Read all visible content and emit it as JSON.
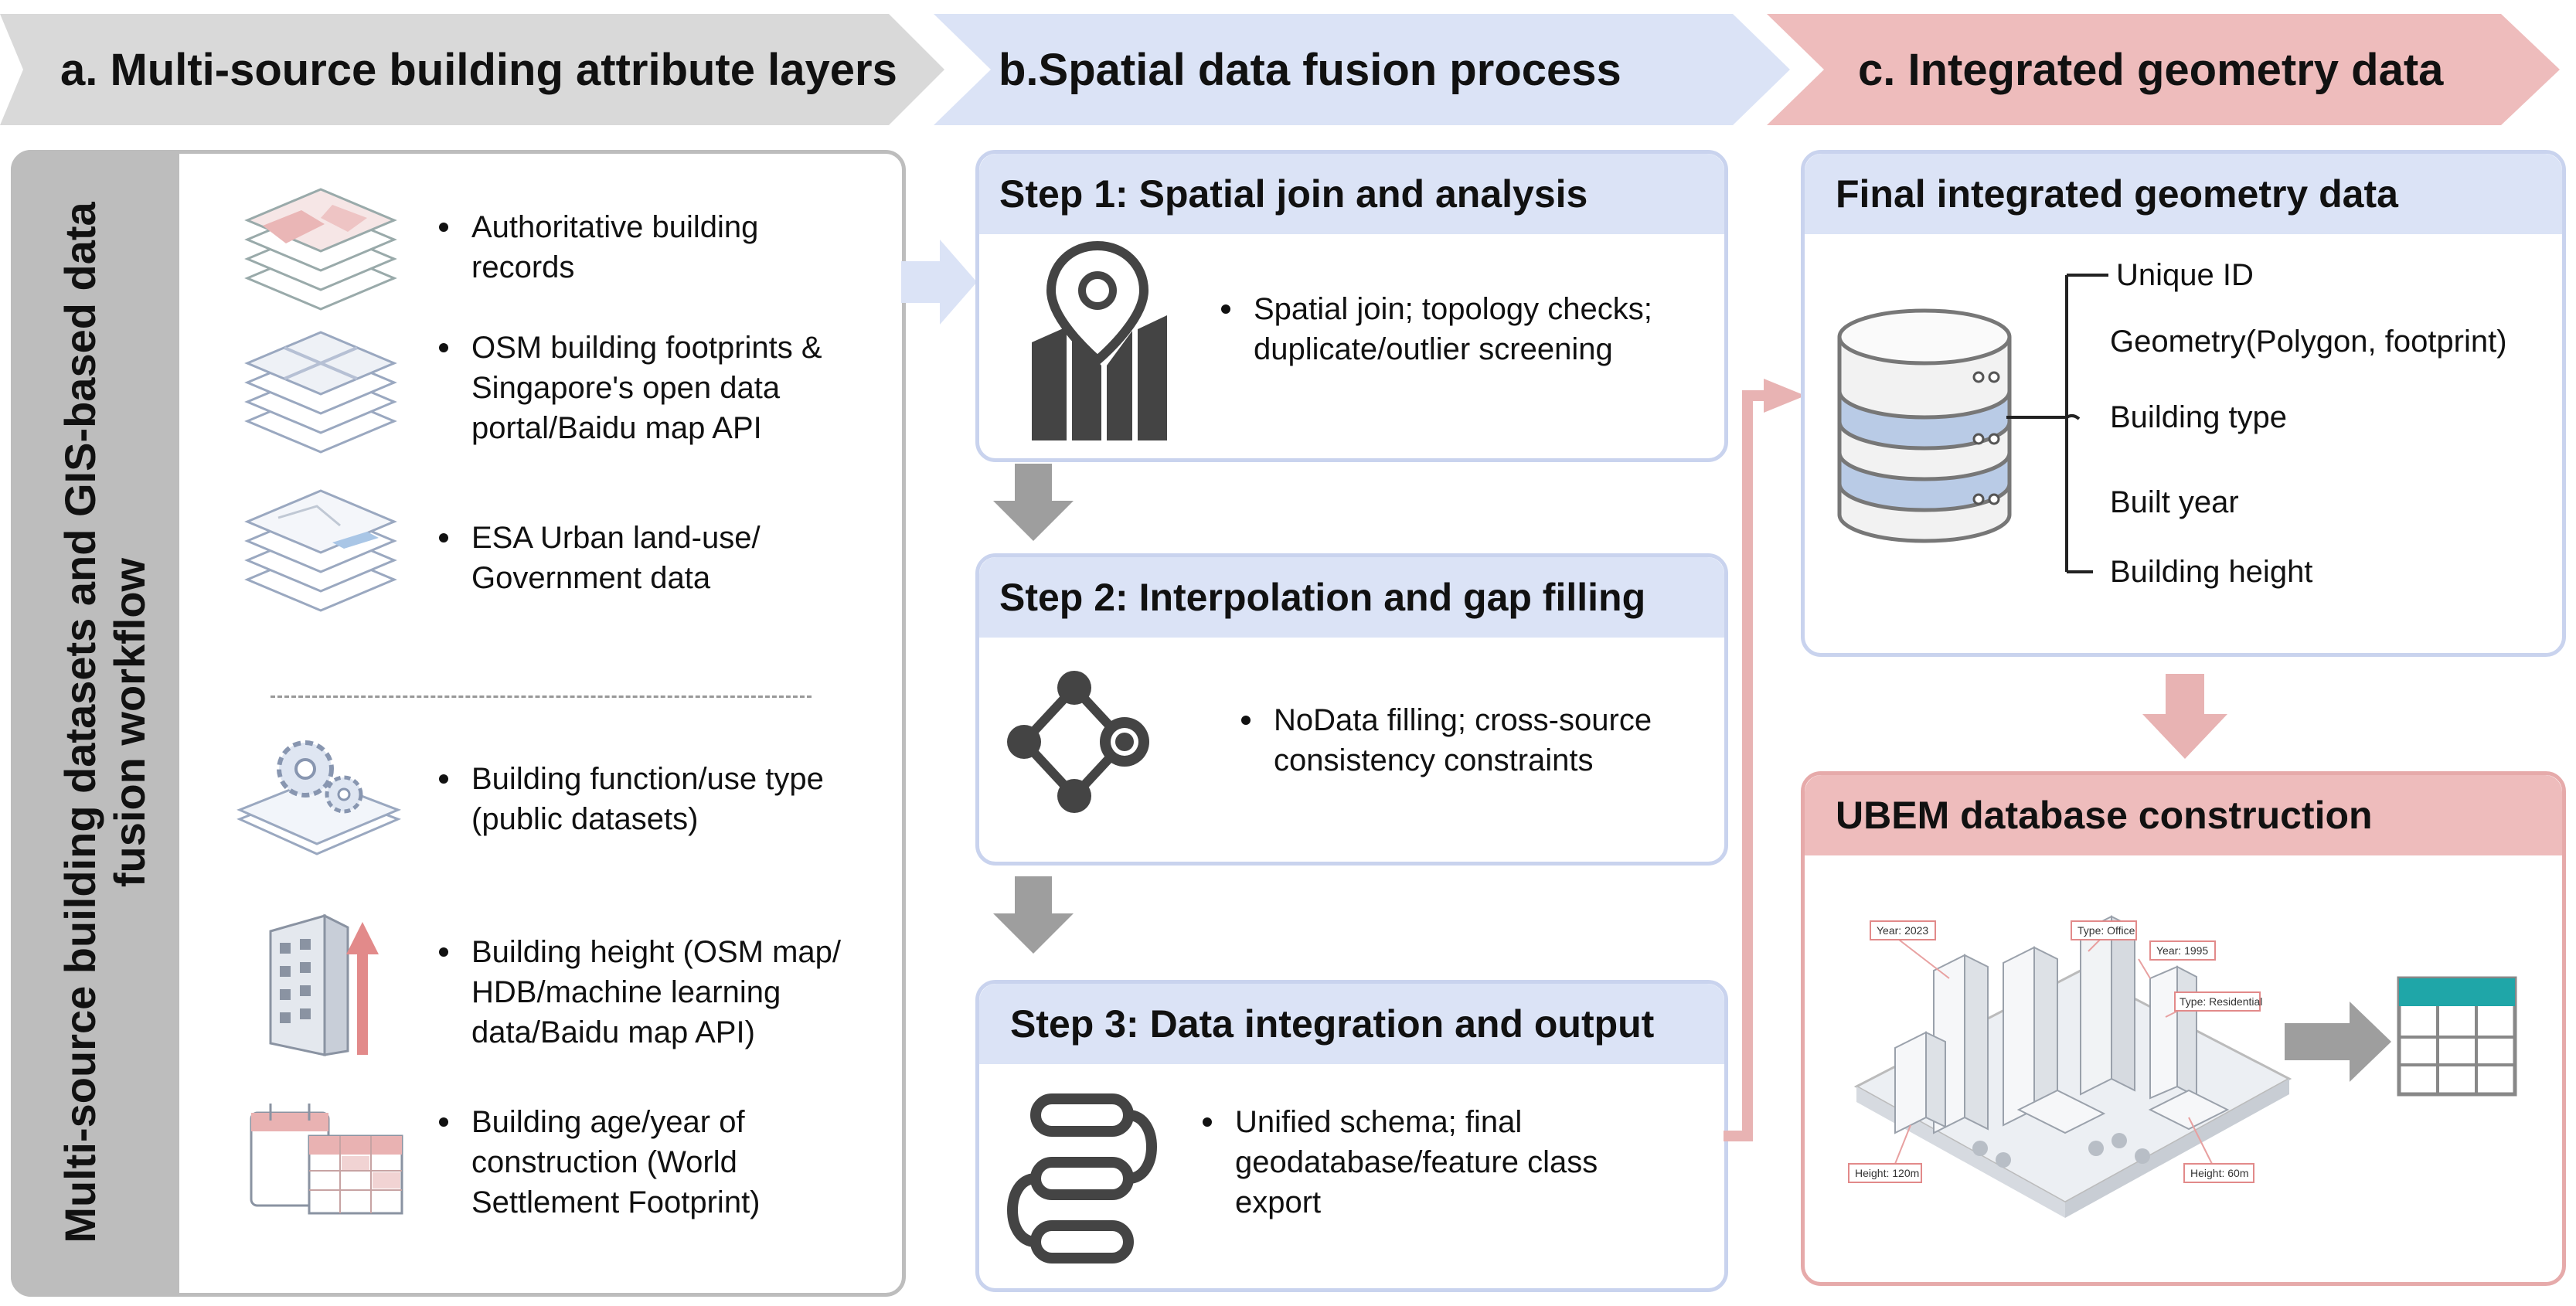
{
  "headers": {
    "a": "a. Multi-source building attribute layers",
    "b": "b.Spatial data fusion process",
    "c": "c. Integrated geometry data"
  },
  "colors": {
    "gray_header": "#d9d9d9",
    "blue_header": "#dbe3f6",
    "pink_header": "#eebcbc",
    "gray_side": "#bdbdbd",
    "step_border": "#c9d3ee",
    "pink_border": "#e6aaaa",
    "arrow_gray": "#9e9e9e",
    "arrow_pink": "#e8b3b3",
    "teal": "#1fa6a8"
  },
  "left_panel": {
    "side_title": {
      "line1": "Multi-source building datasets and GIS-based data",
      "line2": "fusion workflow"
    },
    "items": [
      {
        "icon": "layered-map-red-icon",
        "lines": [
          "Authoritative building",
          "records"
        ]
      },
      {
        "icon": "layered-map-grid-icon",
        "lines": [
          "OSM building footprints &",
          "Singapore's open data",
          "portal/Baidu map API"
        ]
      },
      {
        "icon": "layered-map-blue-icon",
        "lines": [
          "ESA Urban land-use/",
          "Government data"
        ]
      },
      {
        "icon": "gears-map-icon",
        "lines": [
          "Building function/use type",
          "(public datasets)"
        ]
      },
      {
        "icon": "building-height-icon",
        "lines": [
          "Building height (OSM map/",
          "HDB/machine learning",
          "data/Baidu map API)"
        ]
      },
      {
        "icon": "calendar-table-icon",
        "lines": [
          "Building age/year of",
          "construction (World",
          "Settlement Footprint)"
        ]
      }
    ]
  },
  "steps": [
    {
      "title": "Step 1: Spatial join and analysis",
      "icon": "map-pin-icon",
      "lines": [
        "Spatial join; topology checks;",
        "duplicate/outlier screening"
      ]
    },
    {
      "title": "Step 2: Interpolation and gap filling",
      "icon": "node-graph-icon",
      "lines": [
        "NoData filling; cross-source",
        "consistency constraints"
      ]
    },
    {
      "title": "Step 3: Data integration and output",
      "icon": "schema-flow-icon",
      "lines": [
        "Unified schema; final",
        "geodatabase/feature class",
        "export"
      ]
    }
  ],
  "final_panel": {
    "title": "Final integrated geometry data",
    "icon": "database-icon",
    "fields": [
      "Unique ID",
      "Geometry(Polygon, footprint)",
      "Building type",
      "Built year",
      "Building height"
    ]
  },
  "ubem_panel": {
    "title": "UBEM database construction",
    "city_icon": "city-model-icon",
    "table_icon": "table-icon",
    "tags": {
      "year_2023": "Year: 2023",
      "type_office": "Type: Office",
      "year_1995": "Year: 1995",
      "type_residential": "Type: Residential",
      "height_120": "Height: 120m",
      "height_60": "Height: 60m"
    }
  }
}
